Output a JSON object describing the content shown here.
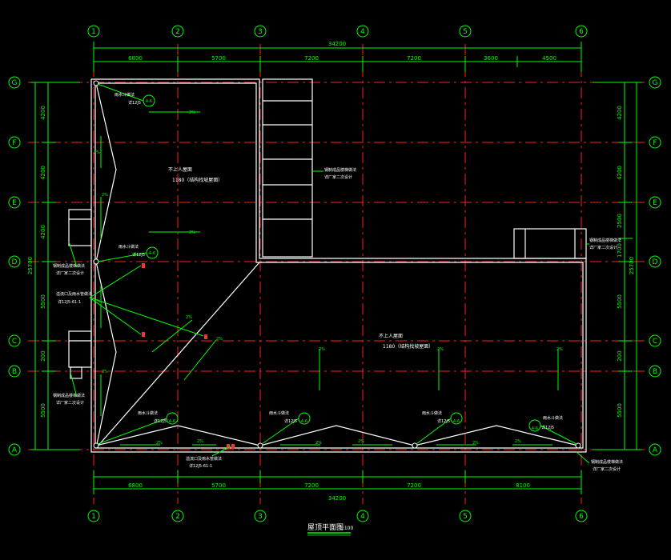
{
  "colors": {
    "background": "#000000",
    "axis": "#ff2020",
    "dimension": "#00ff00",
    "wall": "#ffffff",
    "annotation": "#ffffff",
    "marker": "#ff3030"
  },
  "grid_columns": [
    "1",
    "2",
    "3",
    "4",
    "5",
    "6"
  ],
  "grid_rows": [
    "G",
    "F",
    "E",
    "D",
    "C",
    "B",
    "A"
  ],
  "dims": {
    "top_overall": "34200",
    "top_segments": [
      "6800",
      "5700",
      "7200",
      "7200",
      "3600",
      "4500"
    ],
    "bottom_overall": "34200",
    "bottom_segments": [
      "6800",
      "5700",
      "7200",
      "7200",
      "8100"
    ],
    "left_segments": [
      "4200",
      "4200",
      "4200",
      "5500",
      "200",
      "5500"
    ],
    "left_overall": "25700",
    "right_segments": [
      "4200",
      "4200",
      "2500",
      "1700",
      "5500",
      "200",
      "5500"
    ],
    "right_overall": "25700"
  },
  "notes": {
    "roof_upper_title": "不上人屋面",
    "roof_upper_sub": "1180（结构找坡屋面）",
    "roof_lower_title": "不上人屋面",
    "roof_lower_sub": "1180（结构找坡屋面）",
    "stair_note_1": "钢制成品楼梯做法",
    "stair_note_2": "详厂家二次设计",
    "right_note_1": "钢制成品楼梯做法",
    "right_note_2": "详厂家二次设计",
    "left_note_1": "钢制成品楼梯做法",
    "left_note_2": "详厂家二次设计",
    "left_note_3": "钢制成品楼梯做法",
    "left_note_4": "详厂家二次设计",
    "overflow_1": "溢流口及雨水管做法",
    "overflow_2": "详12J5-61-1",
    "overflow_3": "溢流口及雨水管做法",
    "overflow_4": "详12J5-61-1",
    "drain_label": "雨水斗做法",
    "drain_ref": "详12J5",
    "drain_circle": "4-6",
    "slope": "2%",
    "bottom_right_note_1": "钢制成品楼梯做法",
    "bottom_right_note_2": "详厂家二次设计"
  },
  "title": "屋顶平面图",
  "scale": "1:100"
}
